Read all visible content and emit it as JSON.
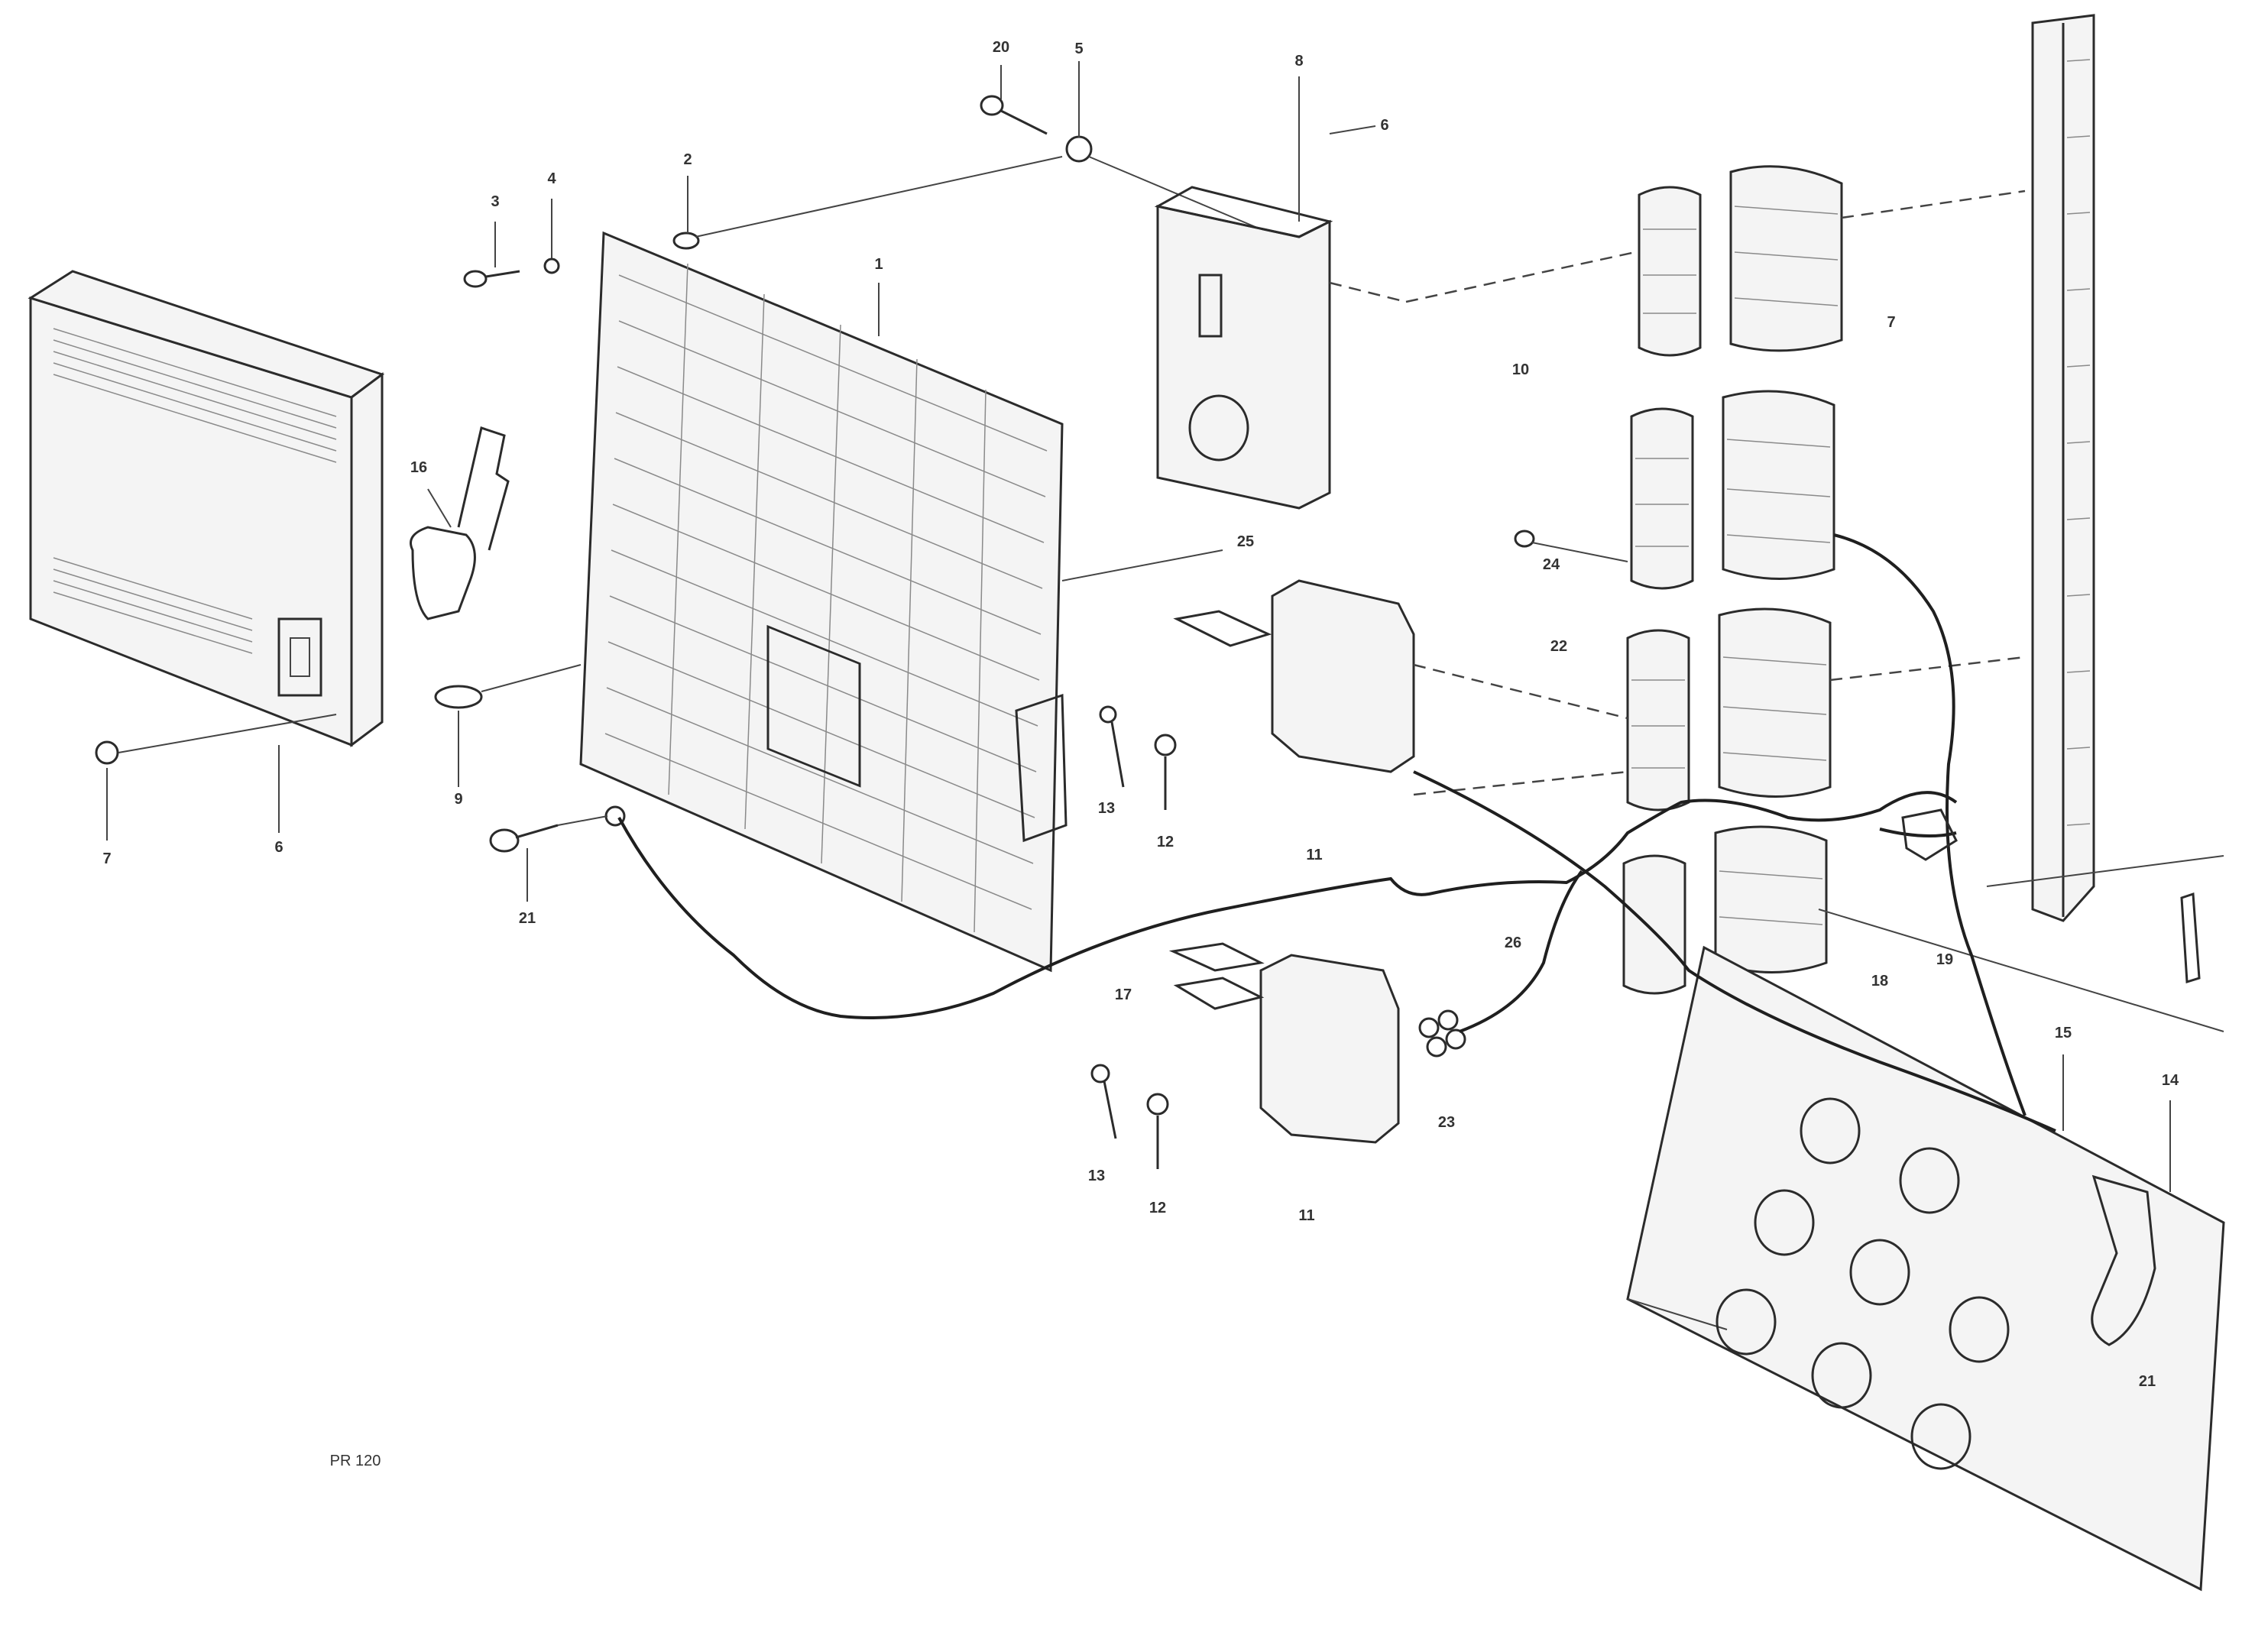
{
  "drawing": {
    "labels": [
      {
        "id": "7-left",
        "text": "7"
      },
      {
        "id": "6-bottom",
        "text": "6"
      },
      {
        "id": "9",
        "text": "9"
      },
      {
        "id": "21-left",
        "text": "21"
      },
      {
        "id": "16",
        "text": "16"
      },
      {
        "id": "1",
        "text": "1"
      },
      {
        "id": "3",
        "text": "3"
      },
      {
        "id": "4",
        "text": "4"
      },
      {
        "id": "2",
        "text": "2"
      },
      {
        "id": "20",
        "text": "20"
      },
      {
        "id": "5-top",
        "text": "5"
      },
      {
        "id": "8",
        "text": "8"
      },
      {
        "id": "6-right",
        "text": "6"
      },
      {
        "id": "25",
        "text": "25"
      },
      {
        "id": "10",
        "text": "10"
      },
      {
        "id": "22",
        "text": "22"
      },
      {
        "id": "13-upper",
        "text": "13"
      },
      {
        "id": "12-upper",
        "text": "12"
      },
      {
        "id": "11-upper",
        "text": "11"
      },
      {
        "id": "17",
        "text": "17"
      },
      {
        "id": "13-lower",
        "text": "13"
      },
      {
        "id": "12-lower",
        "text": "12"
      },
      {
        "id": "11-lower",
        "text": "11"
      },
      {
        "id": "23",
        "text": "23"
      },
      {
        "id": "26",
        "text": "26"
      },
      {
        "id": "24",
        "text": "24"
      },
      {
        "id": "18",
        "text": "18"
      },
      {
        "id": "19",
        "text": "19"
      },
      {
        "id": "15",
        "text": "15"
      },
      {
        "id": "14",
        "text": "14"
      },
      {
        "id": "21-right",
        "text": "21"
      },
      {
        "id": "7-right",
        "text": "7"
      }
    ],
    "stamp": {
      "line1": "",
      "line2": "",
      "code": "PR 120"
    }
  }
}
